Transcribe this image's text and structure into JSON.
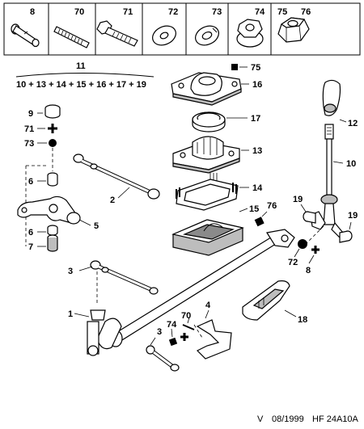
{
  "header_parts": [
    {
      "number": "8"
    },
    {
      "number": "70"
    },
    {
      "number": "71"
    },
    {
      "number": "72"
    },
    {
      "number": "73"
    },
    {
      "number": "74"
    },
    {
      "number": "75"
    },
    {
      "number": "76"
    }
  ],
  "assembly": {
    "number": "11",
    "formula": "10 + 13 + 14 + 15 + 16 + 17 + 19"
  },
  "callouts": {
    "c1": "1",
    "c2": "2",
    "c3a": "3",
    "c3b": "3",
    "c4": "4",
    "c5": "5",
    "c6a": "6",
    "c6b": "6",
    "c7": "7",
    "c8": "8",
    "c9": "9",
    "c10": "10",
    "c12": "12",
    "c13": "13",
    "c14": "14",
    "c15": "15",
    "c16": "16",
    "c17": "17",
    "c18": "18",
    "c19a": "19",
    "c19b": "19",
    "c70a": "70",
    "c71": "71",
    "c72": "72",
    "c73": "73",
    "c74": "74",
    "c75": "75",
    "c76": "76"
  },
  "footer": {
    "version": "V",
    "date": "08/1999",
    "code": "HF 24A10A"
  }
}
